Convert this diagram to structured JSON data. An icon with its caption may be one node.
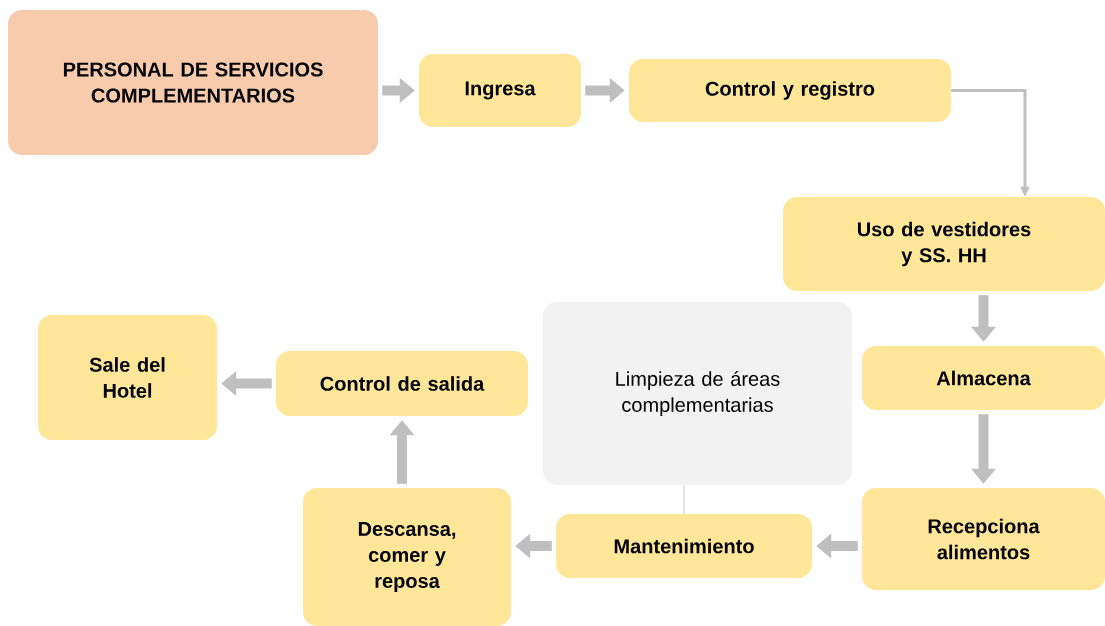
{
  "diagram": {
    "nodes": [
      {
        "text": [
          "PERSONAL DE SERVICIOS COMPLEMENTARIOS"
        ]
      },
      {
        "text": [
          "Ingresa"
        ]
      },
      {
        "text": [
          "Control y registro"
        ]
      },
      {
        "text": [
          "Uso de vestidores y SS. HH"
        ]
      },
      {
        "text": [
          "Almacena"
        ]
      },
      {
        "text": [
          "Recepciona alimentos"
        ]
      },
      {
        "text": [
          "Mantenimiento"
        ]
      },
      {
        "text": [
          "Limpieza de áreas complementarias"
        ]
      },
      {
        "text": [
          "Descansa, comer y reposa"
        ]
      },
      {
        "text": [
          "Control de salida"
        ]
      },
      {
        "text": [
          "Sale del Hotel"
        ]
      }
    ],
    "edges": [
      {
        "from": 0,
        "to": 1,
        "arrow": "to"
      },
      {
        "from": 1,
        "to": 2,
        "arrow": "to"
      },
      {
        "from": 2,
        "to": 3,
        "arrow": "to"
      },
      {
        "from": 3,
        "to": 4,
        "arrow": "to"
      },
      {
        "from": 4,
        "to": 5,
        "arrow": "to"
      },
      {
        "from": 5,
        "to": 6,
        "arrow": "to"
      },
      {
        "from": 6,
        "to": 8,
        "arrow": "to"
      },
      {
        "from": 8,
        "to": 9,
        "arrow": "to"
      },
      {
        "from": 9,
        "to": 10,
        "arrow": "to"
      },
      {
        "from": 6,
        "to": 7,
        "arrow": "none"
      }
    ]
  }
}
